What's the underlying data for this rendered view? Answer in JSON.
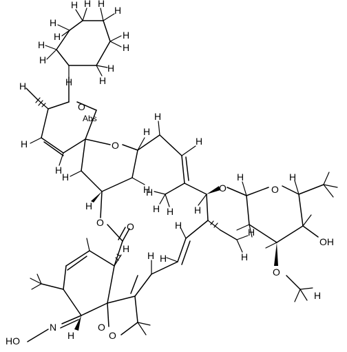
{
  "molecule": {
    "atoms": {
      "O_spiro_ring": "O",
      "O_spiro_ring2": "O",
      "O_abs_overlay": "Abs",
      "O_ester": "O",
      "O_carbonyl": "O",
      "O_ether_macro": "O",
      "O_sugar_ring": "O",
      "OH_sugar": "OH",
      "O_methoxy": "O",
      "O_furan": "O",
      "O_hydroxyl_bridge": "O",
      "N_oxime": "N",
      "HO_oxime": "HO",
      "H_a": "H",
      "H_b": "H",
      "H_c": "H",
      "H_d": "H",
      "H_e": "H",
      "H_f": "H",
      "H_g": "H",
      "H_h": "H",
      "H_i": "H",
      "H_j": "H",
      "H_k": "H",
      "H_l": "H",
      "H_m": "H",
      "H_n": "H",
      "H_o": "H",
      "H_p": "H",
      "H_q": "H",
      "H_r": "H",
      "H_s": "H",
      "H_t": "H",
      "H_u": "H",
      "H_v": "H",
      "H_w": "H",
      "H_x": "H",
      "H_y": "H",
      "H_z": "H",
      "H_aa": "H",
      "H_ab": "H",
      "H_ac": "H",
      "H_ad": "H",
      "H_ae": "H",
      "H_af": "H",
      "H_ag": "H",
      "H_ah": "H",
      "H_ai": "H",
      "H_aj": "H"
    }
  }
}
